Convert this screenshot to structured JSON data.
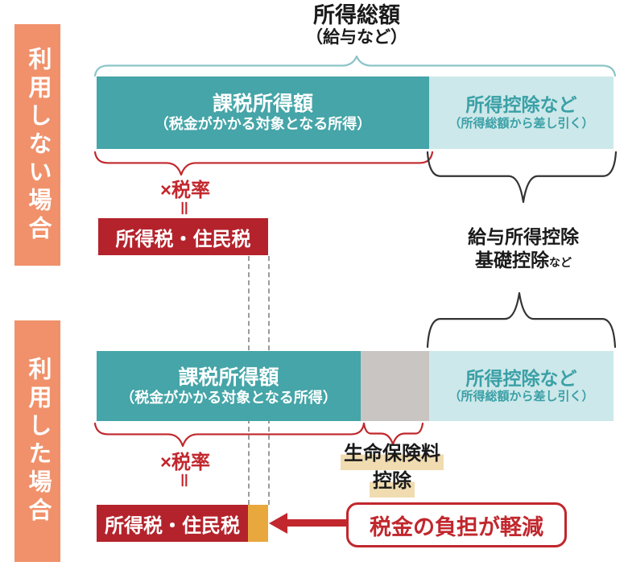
{
  "header": {
    "total_income": "所得総額",
    "total_income_sub": "（給与など）"
  },
  "sidebars": {
    "not_used": "利用しない場合",
    "used": "利用した場合"
  },
  "bar_labels": {
    "taxable_title": "課税所得額",
    "taxable_sub": "（税金がかかる対象となる所得）",
    "deduction_title": "所得控除など",
    "deduction_sub": "（所得総額から差し引く）"
  },
  "formula": {
    "tax_rate": "×税率",
    "equals": "＝"
  },
  "tax_bar_label": "所得税・住民税",
  "salary_deduction": {
    "line1": "給与所得控除",
    "line2": "基礎控除",
    "suffix": "など"
  },
  "insurance_deduction": {
    "line1": "生命保険料",
    "line2": "控除"
  },
  "result": "税金の負担が軽減",
  "colors": {
    "teal": "#45a5a8",
    "teal-light": "#cde8ea",
    "teal-text": "#3aa0a6",
    "gray": "#c9c5c2",
    "red": "#b4232c",
    "accent": "#c1272d",
    "orange": "#f0916b",
    "gold": "#e8a83e",
    "highlight": "#f0dcb0",
    "brace-teal": "#8cc5c8",
    "brace-black": "#333333",
    "dash": "#9b9b9b",
    "ink": "#1a1a1a"
  }
}
